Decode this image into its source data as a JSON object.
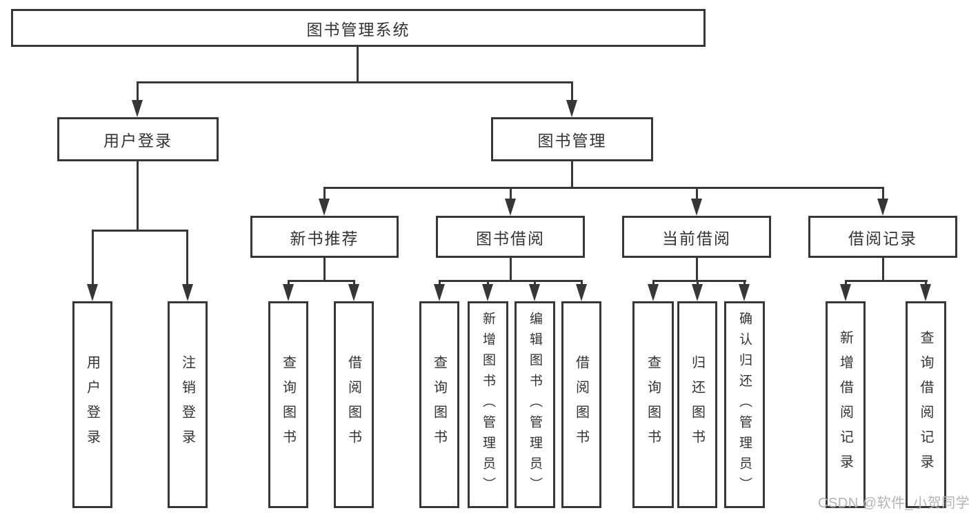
{
  "tree": {
    "label": "图书管理系统",
    "children": [
      {
        "label": "用户登录",
        "children": [
          {
            "label": "用户登录"
          },
          {
            "label": "注销登录"
          }
        ]
      },
      {
        "label": "图书管理",
        "children": [
          {
            "label": "新书推荐",
            "children": [
              {
                "label": "查询图书"
              },
              {
                "label": "借阅图书"
              }
            ]
          },
          {
            "label": "图书借阅",
            "children": [
              {
                "label": "查询图书"
              },
              {
                "label": "新增图书（管理员）"
              },
              {
                "label": "编辑图书（管理员）"
              },
              {
                "label": "借阅图书"
              }
            ]
          },
          {
            "label": "当前借阅",
            "children": [
              {
                "label": "查询图书"
              },
              {
                "label": "归还图书"
              },
              {
                "label": "确认归还（管理员）"
              }
            ]
          },
          {
            "label": "借阅记录",
            "children": [
              {
                "label": "新增借阅记录"
              },
              {
                "label": "查询借阅记录"
              }
            ]
          }
        ]
      }
    ]
  },
  "watermark": {
    "text": "CSDN @软件_小贺同学"
  },
  "colors": {
    "line": "#363636",
    "text": "#333333",
    "watermark": "#b3b3b3",
    "background": "#ffffff"
  }
}
